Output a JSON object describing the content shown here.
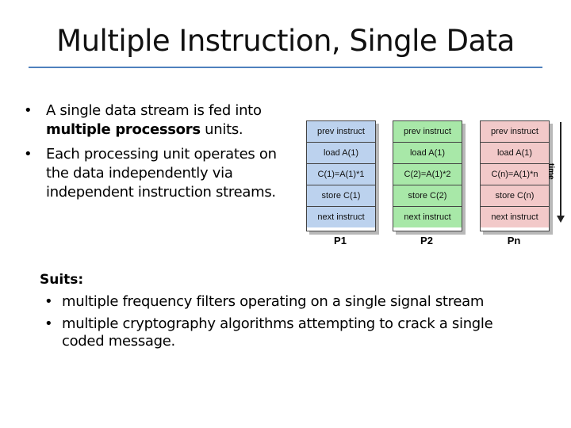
{
  "slide": {
    "title": "Multiple Instruction, Single Data",
    "bullets": [
      {
        "prefix": "A single data stream is fed into ",
        "strong": "multiple processors",
        "suffix": " units."
      },
      {
        "text": "Each processing unit operates on the data independently via independent instruction streams."
      }
    ],
    "suits": {
      "label": "Suits:",
      "items": [
        "multiple frequency filters operating on a single signal stream",
        "multiple cryptography algorithms attempting to crack a single coded message."
      ]
    }
  },
  "diagram": {
    "processors": [
      {
        "label": "P1",
        "color": "#bcd2ee",
        "cells": [
          "prev instruct",
          "load A(1)",
          "C(1)=A(1)*1",
          "store C(1)",
          "next instruct"
        ]
      },
      {
        "label": "P2",
        "color": "#a8e8a8",
        "cells": [
          "prev instruct",
          "load A(1)",
          "C(2)=A(1)*2",
          "store C(2)",
          "next instruct"
        ]
      },
      {
        "label": "Pn",
        "color": "#f2c9c9",
        "cells": [
          "prev instruct",
          "load A(1)",
          "C(n)=A(1)*n",
          "store C(n)",
          "next instruct"
        ]
      }
    ],
    "time_label": "time"
  },
  "colors": {
    "rule": "#4f81bd"
  }
}
